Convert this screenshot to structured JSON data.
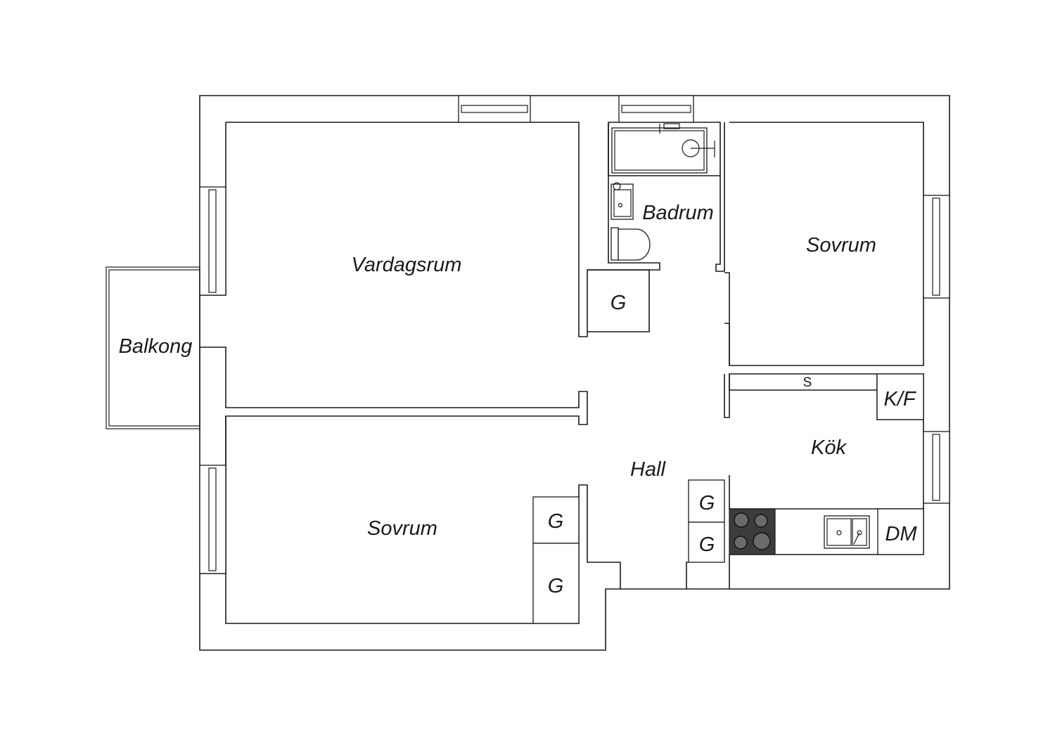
{
  "plan": {
    "rooms": {
      "vardagsrum": "Vardagsrum",
      "balkong": "Balkong",
      "badrum": "Badrum",
      "sovrum_right": "Sovrum",
      "sovrum_left": "Sovrum",
      "hall": "Hall",
      "kok": "Kök"
    },
    "fixtures": {
      "g_hall": "G",
      "g_bed_1": "G",
      "g_bed_2": "G",
      "g_kitchen_1": "G",
      "g_kitchen_2": "G",
      "kf": "K/F",
      "dm": "DM",
      "s": "S"
    }
  }
}
